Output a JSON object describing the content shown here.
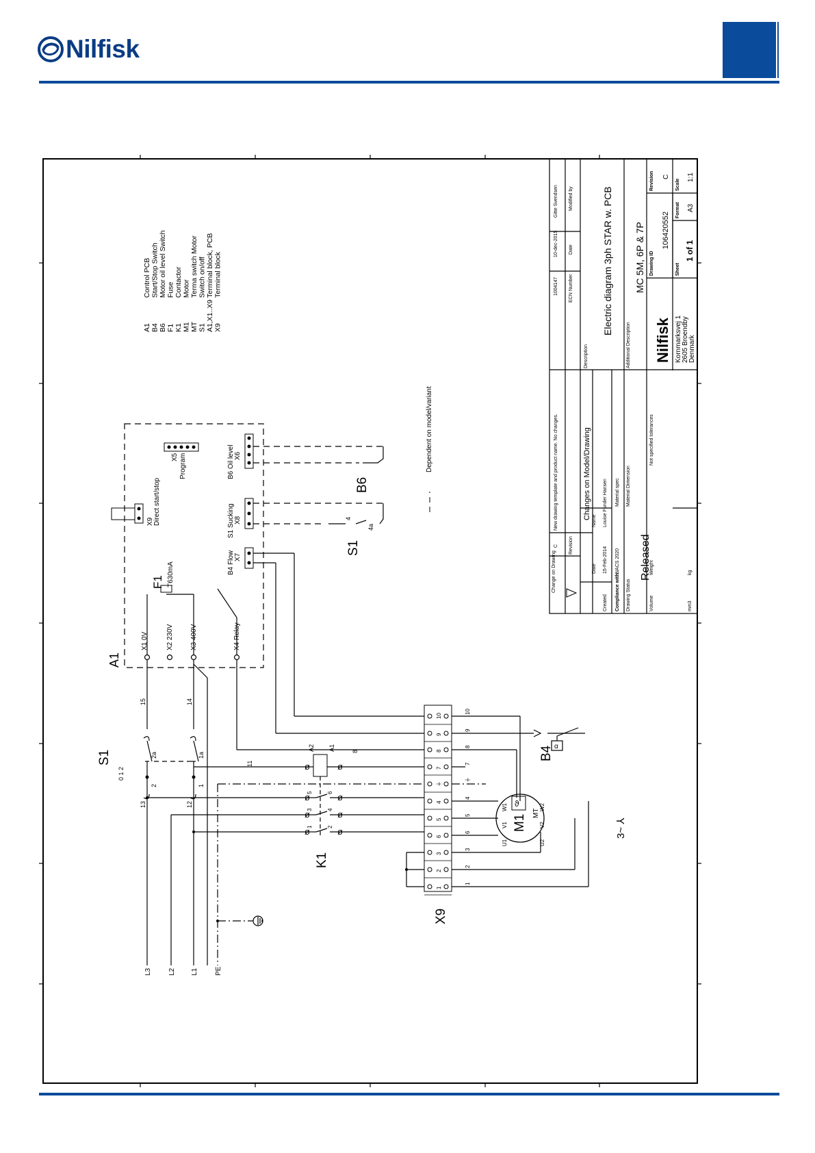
{
  "header": {
    "brand_name": "Nilfisk"
  },
  "legend": [
    {
      "code": "A1",
      "desc": "Control PCB"
    },
    {
      "code": "B4",
      "desc": "Start/Stop Switch"
    },
    {
      "code": "B6",
      "desc": "Motor oil level Switch"
    },
    {
      "code": "F1",
      "desc": "Fuse"
    },
    {
      "code": "K1",
      "desc": "Contactor"
    },
    {
      "code": "M1",
      "desc": "Motor"
    },
    {
      "code": "MT",
      "desc": "Terma switch Motor"
    },
    {
      "code": "S1",
      "desc": "Switch on/off"
    },
    {
      "code": "A1,X1..X9",
      "desc": "Terminal block, PCB"
    },
    {
      "code": "X9",
      "desc": "Terminal block"
    }
  ],
  "schematic": {
    "a1": "A1",
    "f1": "F1",
    "f1_rating": "T630mA",
    "x9_label": "X9",
    "x9_desc": "Direct start/stop",
    "x5_label": "X5",
    "x5_desc": "Program",
    "x6_label": "X6",
    "x6_desc": "B6 Oil level",
    "x8_label": "X8",
    "x8_desc": "S1 Sucking",
    "x7_label": "X7",
    "x7_desc": "B4 Flow",
    "x1": "X1 0V",
    "x2": "X2 230V",
    "x3": "X3 400V",
    "x4": "X4 Relay",
    "b6": "B6",
    "s1_right": "S1",
    "s1_left": "S1",
    "s1_pos": "0 1 2",
    "s1_2a": "2a",
    "s1_1a": "1a",
    "s1_2": "2",
    "s1_1": "1",
    "w15": "15",
    "w14": "14",
    "w13": "13",
    "w12": "12",
    "w11": "11",
    "w8": "8",
    "a2": "A2",
    "a1k": "A1",
    "k1": "K1",
    "m1": "M1",
    "mt": "MT",
    "three_phase": "3~ ⅄",
    "b4": "B4",
    "x9_terminal": "X9",
    "dependent_note": "Dependent on model/variant",
    "l3": "L3",
    "l2": "L2",
    "l1": "L1",
    "pe": "PE",
    "s1_4": "4",
    "s1_4a": "4a"
  },
  "terminals": [
    "10",
    "9",
    "8",
    "7",
    "⏚",
    "4",
    "5",
    "6",
    "3",
    "2",
    "1"
  ],
  "contactor_pins": [
    "1",
    "2",
    "3",
    "4",
    "5",
    "6"
  ],
  "motor_pins": [
    "U1",
    "V1",
    "W1",
    "U2",
    "V2",
    "W2"
  ],
  "title_block": {
    "change_on_drawing": "Change on Drawing",
    "revision_label": "Revision",
    "revision_value": "C",
    "change_desc": "New drawing template and product name. No changes.",
    "ecn_number": "1004147",
    "ecn_label": "ECN Number",
    "change_date": "10-dec-2015",
    "date_label": "Date",
    "modified_by_value": "Gitte Svendsen",
    "modified_by_label": "Modified by",
    "created_label": "Created",
    "created_date": "15-Feb-2014",
    "created_date_label": "Date",
    "created_by": "Louise Funder Hansen",
    "name_label": "Name",
    "changes_note": "Changes on Model/Drawing",
    "compliance_label": "Compliance with:",
    "compliance_value": "NACS 2020",
    "material_spec": "Material spec",
    "status_label": "Drawing Status",
    "status_value": "Released",
    "material_dim": "Material Dimension",
    "tolerances": "Not specified tolerances",
    "volume_label": "Volume",
    "volume_unit": "mm3",
    "weight_label": "Weight",
    "weight_unit": "kg",
    "description_label": "Description",
    "description": "Electric diagram 3ph STAR w. PCB",
    "additional_label": "Additional Description",
    "additional": "MC 5M, 6P & 7P",
    "company": "Nilfisk",
    "address1": "Kornmarksvej 1",
    "address2": "2605 Broendby",
    "address3": "Denmark",
    "drawing_id_label": "Drawing ID",
    "drawing_id": "106420552",
    "revision2_label": "Revision",
    "revision2": "C",
    "sheet_label": "Sheet",
    "sheet": "1 of 1",
    "format_label": "Format",
    "format": "A3",
    "scale_label": "Scale",
    "scale": "1:1"
  }
}
